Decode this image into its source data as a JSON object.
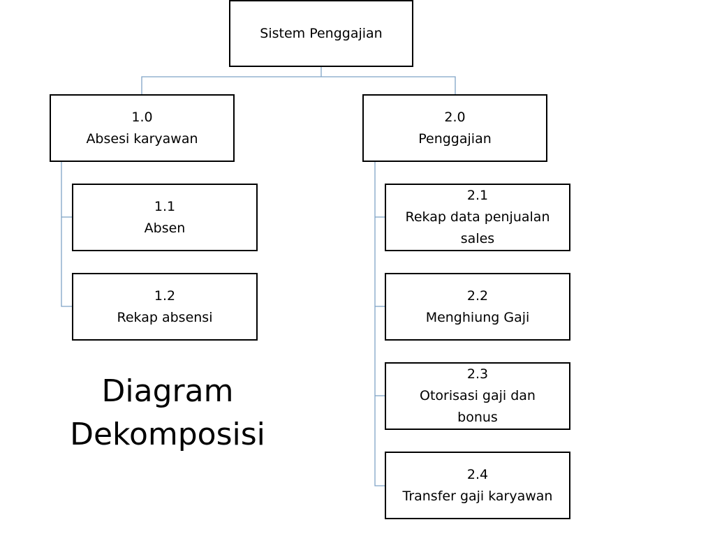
{
  "diagram": {
    "root": {
      "label": "Sistem Penggajian"
    },
    "branch_1": {
      "number": "1.0",
      "label": "Absesi karyawan"
    },
    "node_1_1": {
      "number": "1.1",
      "label": "Absen"
    },
    "node_1_2": {
      "number": "1.2",
      "label": "Rekap absensi"
    },
    "branch_2": {
      "number": "2.0",
      "label": "Penggajian"
    },
    "node_2_1": {
      "number": "2.1",
      "label_line1": "Rekap data penjualan",
      "label_line2": "sales"
    },
    "node_2_2": {
      "number": "2.2",
      "label": "Menghiung Gaji"
    },
    "node_2_3": {
      "number": "2.3",
      "label_line1": "Otorisasi gaji dan",
      "label_line2": "bonus"
    },
    "node_2_4": {
      "number": "2.4",
      "label": "Transfer gaji karyawan"
    },
    "title": {
      "line1": "Diagram",
      "line2": "Dekomposisi"
    }
  },
  "colors": {
    "connector": "#7fa3c6",
    "box_border": "#000000",
    "text": "#000000"
  }
}
